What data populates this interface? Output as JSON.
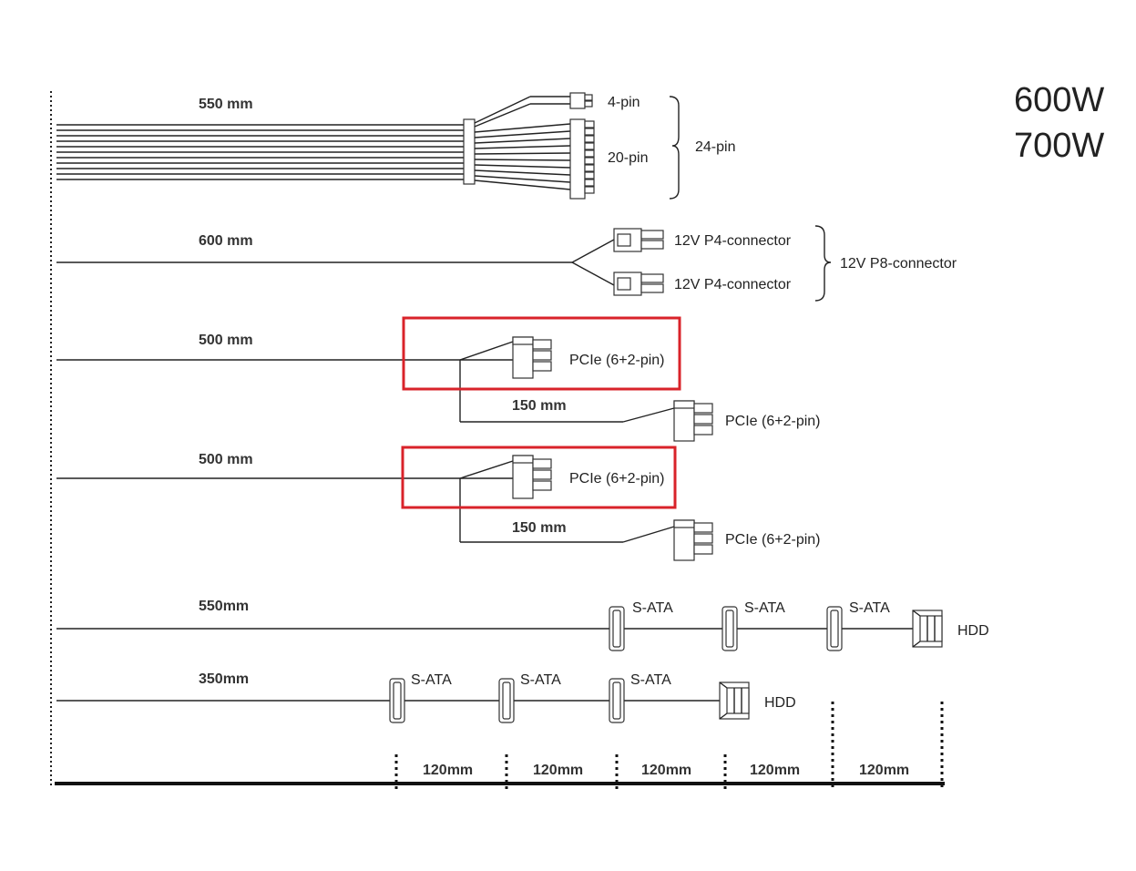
{
  "wattage": [
    "600W",
    "700W"
  ],
  "cables": {
    "atx": {
      "length": "550 mm",
      "pin4": "4-pin",
      "pin20": "20-pin",
      "pin24": "24-pin"
    },
    "cpu": {
      "length": "600 mm",
      "p4a": "12V P4-connector",
      "p4b": "12V P4-connector",
      "p8": "12V P8-connector"
    },
    "pcie1": {
      "length": "500 mm",
      "conn1": "PCIe (6+2-pin)",
      "branch_length": "150 mm",
      "conn2": "PCIe (6+2-pin)"
    },
    "pcie2": {
      "length": "500 mm",
      "conn1": "PCIe (6+2-pin)",
      "branch_length": "150 mm",
      "conn2": "PCIe (6+2-pin)"
    },
    "sata1": {
      "length": "550mm",
      "conns": [
        "S-ATA",
        "S-ATA",
        "S-ATA"
      ],
      "end": "HDD"
    },
    "sata2": {
      "length": "350mm",
      "conns": [
        "S-ATA",
        "S-ATA",
        "S-ATA"
      ],
      "end": "HDD"
    }
  },
  "scale": [
    "120mm",
    "120mm",
    "120mm",
    "120mm",
    "120mm"
  ],
  "highlight_color": "#d9232a"
}
